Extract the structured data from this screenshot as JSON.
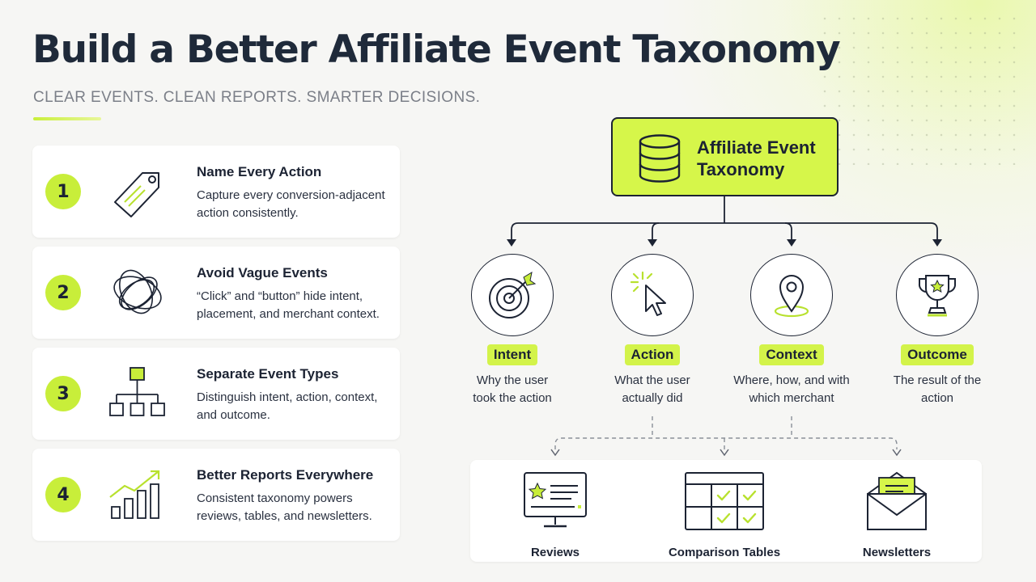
{
  "header": {
    "title": "Build a Better Affiliate Event Taxonomy",
    "subtitle": "CLEAR EVENTS. CLEAN REPORTS. SMARTER DECISIONS."
  },
  "steps": [
    {
      "number": "1",
      "title": "Name Every Action",
      "description": "Capture every conversion-adjacent action consistently.",
      "icon": "tag-icon"
    },
    {
      "number": "2",
      "title": "Avoid Vague Events",
      "description": "“Click” and “button” hide intent, placement, and merchant context.",
      "icon": "tangled-loop-icon"
    },
    {
      "number": "3",
      "title": "Separate Event Types",
      "description": "Distinguish intent, action, context, and outcome.",
      "icon": "hierarchy-icon"
    },
    {
      "number": "4",
      "title": "Better Reports Everywhere",
      "description": "Consistent taxonomy powers reviews, tables, and newsletters.",
      "icon": "growth-chart-icon"
    }
  ],
  "taxonomy": {
    "label": "Affiliate Event Taxonomy",
    "icon": "database-icon"
  },
  "categories": [
    {
      "label": "Intent",
      "description": "Why the user took the action",
      "icon": "target-icon"
    },
    {
      "label": "Action",
      "description": "What the user actually did",
      "icon": "cursor-click-icon"
    },
    {
      "label": "Context",
      "description": "Where, how, and with which merchant",
      "icon": "map-pin-icon"
    },
    {
      "label": "Outcome",
      "description": "The result of the action",
      "icon": "trophy-icon"
    }
  ],
  "outputs": [
    {
      "label": "Reviews",
      "icon": "monitor-review-icon"
    },
    {
      "label": "Comparison Tables",
      "icon": "comparison-table-icon"
    },
    {
      "label": "Newsletters",
      "icon": "envelope-icon"
    }
  ],
  "colors": {
    "accent": "#d3f34a",
    "ink": "#1c2333",
    "muted": "#7b7f88",
    "background": "#f6f6f4"
  }
}
